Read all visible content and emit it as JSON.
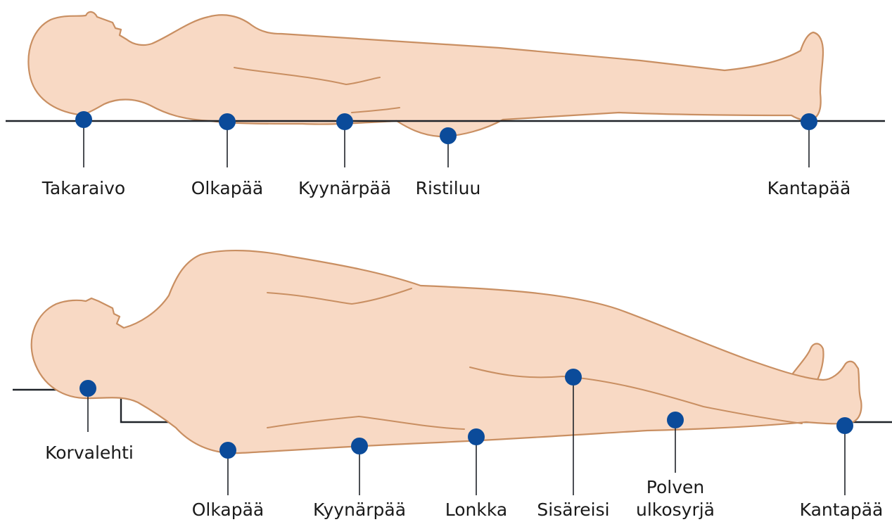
{
  "colors": {
    "skin": "#f8d9c4",
    "outline": "#c98f62",
    "pressure_point": "#0b4b9a",
    "surface_line": "#1f2329"
  },
  "supine": {
    "labels": {
      "occiput": "Takaraivo",
      "shoulder": "Olkapää",
      "elbow": "Kyynärpää",
      "sacrum": "Ristiluu",
      "heel": "Kantapää"
    }
  },
  "lateral": {
    "labels": {
      "ear": "Korvalehti",
      "shoulder": "Olkapää",
      "elbow": "Kyynärpää",
      "hip": "Lonkka",
      "inner_thigh": "Sisäreisi",
      "knee_line1": "Polven",
      "knee_line2": "ulkosyrjä",
      "heel": "Kantapää"
    }
  }
}
